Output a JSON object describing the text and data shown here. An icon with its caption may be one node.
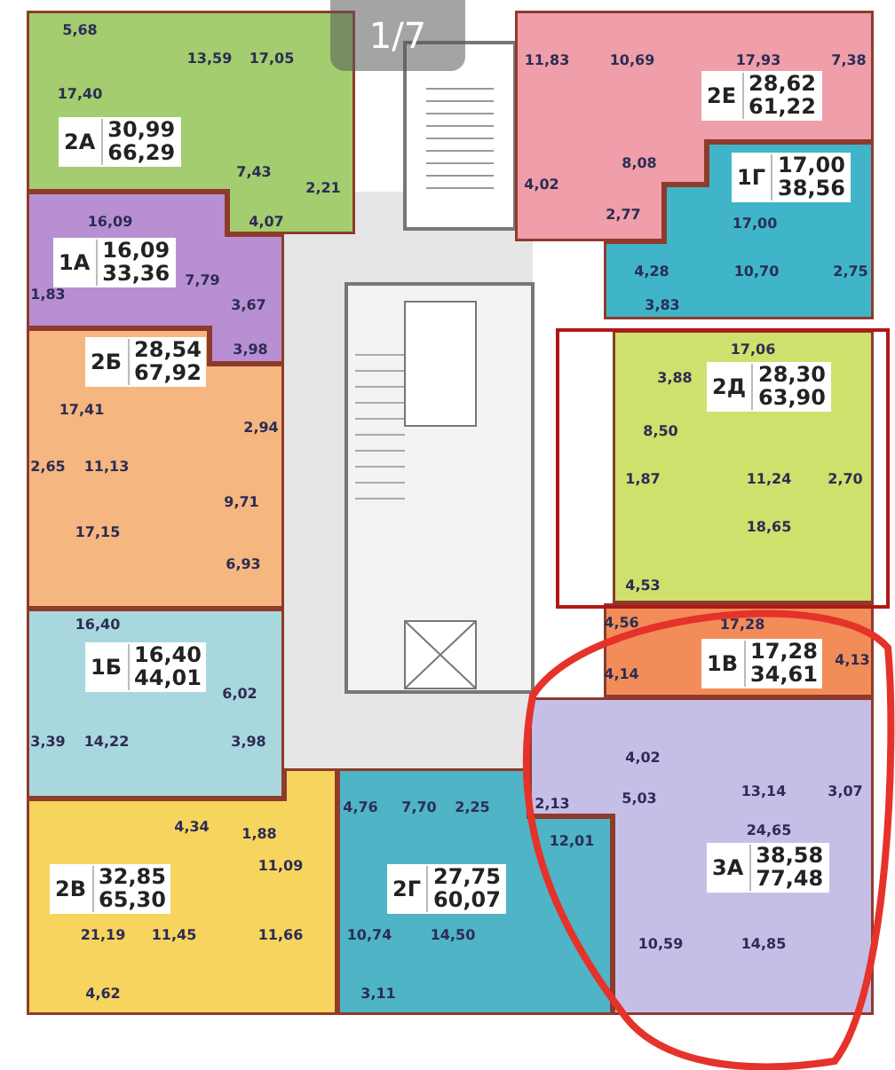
{
  "diagram": {
    "nodes": [
      {
        "text": [
          "5,68",
          "13,59",
          "17,05",
          "17,40",
          "2А",
          "30,99",
          "66,29",
          "7,43",
          "4,07",
          "2,21"
        ]
      },
      {
        "text": [
          "11,83",
          "10,69",
          "17,93",
          "7,38",
          "2Е",
          "28,62",
          "61,22",
          "8,08",
          "4,02",
          "2,77"
        ]
      },
      {
        "text": [
          "1Г",
          "17,00",
          "38,56",
          "17,00",
          "4,28",
          "10,70",
          "2,75",
          "3,83"
        ]
      },
      {
        "text": [
          "16,09",
          "1А",
          "16,09",
          "33,36",
          "7,79",
          "1,83",
          "3,67",
          "3,98"
        ]
      },
      {
        "text": [
          "2Б",
          "28,54",
          "67,92",
          "17,41",
          "2,65",
          "11,13",
          "2,94",
          "9,71",
          "17,15",
          "6,93"
        ]
      },
      {
        "text": [
          "17,06",
          "3,88",
          "2Д",
          "28,30",
          "63,90",
          "8,50",
          "1,87",
          "11,24",
          "2,70",
          "18,65",
          "4,53"
        ]
      },
      {
        "text": [
          "16,40",
          "1Б",
          "16,40",
          "44,01",
          "6,02",
          "3,39",
          "14,22",
          "3,98"
        ]
      },
      {
        "text": [
          "4,56",
          "17,28",
          "1В",
          "17,28",
          "34,61",
          "4,14",
          "4,13"
        ]
      },
      {
        "text": [
          "4,02",
          "2,13",
          "5,03",
          "13,14",
          "3,07",
          "24,65",
          "3А",
          "38,58",
          "77,48",
          "10,59",
          "14,85"
        ]
      },
      {
        "text": [
          "4,34",
          "1,88",
          "11,09",
          "2В",
          "32,85",
          "65,30",
          "21,19",
          "11,45",
          "11,66",
          "4,62"
        ]
      },
      {
        "text": [
          "4,76",
          "7,70",
          "2,25",
          "2Г",
          "27,75",
          "60,07",
          "12,01",
          "10,74",
          "14,50",
          "3,11"
        ]
      }
    ],
    "labels": [
      "1/7"
    ]
  }
}
